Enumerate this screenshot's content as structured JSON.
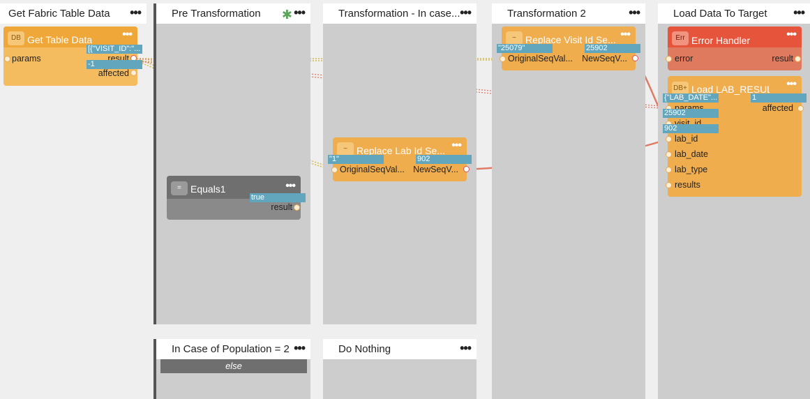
{
  "columns": [
    {
      "title": "Get Fabric Table Data"
    },
    {
      "title": "Pre Transformation"
    },
    {
      "title": "Transformation - In case..."
    },
    {
      "title": "Transformation 2"
    },
    {
      "title": "Load Data To Target"
    }
  ],
  "bottom_columns": [
    {
      "title": "In Case of Population = 2",
      "branch_label": "else"
    },
    {
      "title": "Do Nothing"
    }
  ],
  "menu_glyph": "•••",
  "pre_transformation_marker": "✱",
  "nodes": {
    "get_table_data": {
      "icon": "DB",
      "title": "Get Table Data",
      "ports": {
        "params": "params",
        "result": "result",
        "affected": "affected"
      },
      "values": {
        "result": "[{\"VISIT_ID\":\"...",
        "affected": "-1"
      }
    },
    "equals1": {
      "icon": "=",
      "title": "Equals1",
      "ports": {
        "result": "result"
      },
      "values": {
        "result": "true"
      }
    },
    "replace_lab": {
      "icon": "~",
      "title": "Replace Lab Id Se...",
      "ports": {
        "in": "OriginalSeqVal...",
        "out": "NewSeqV..."
      },
      "values": {
        "in": "\"1\"",
        "out": "902"
      }
    },
    "replace_visit": {
      "icon": "~",
      "title": "Replace Visit Id Se...",
      "ports": {
        "in": "OriginalSeqVal...",
        "out": "NewSeqV..."
      },
      "values": {
        "in": "\"25079\"",
        "out": "25902"
      }
    },
    "error_handler": {
      "icon": "Err",
      "title": "Error Handler",
      "ports": {
        "error": "error",
        "result": "result"
      }
    },
    "load_lab": {
      "icon": "DB+",
      "title": "Load LAB_RESULT...",
      "ports": {
        "params": "params",
        "affected": "affected",
        "visit_id": "visit_id",
        "lab_id": "lab_id",
        "lab_date": "lab_date",
        "lab_type": "lab_type",
        "results": "results"
      },
      "values": {
        "params": "{\"LAB_DATE\"...",
        "affected": "1",
        "visit_id": "25902",
        "lab_id": "902"
      }
    }
  },
  "colors": {
    "orange_node": "#f0ad4e",
    "grey_node": "#6f6f6f",
    "error_node": "#e07a5f",
    "value_tag": "#62a6be",
    "wire_dotted": "#d4b84a",
    "wire_red": "#e07a65"
  }
}
